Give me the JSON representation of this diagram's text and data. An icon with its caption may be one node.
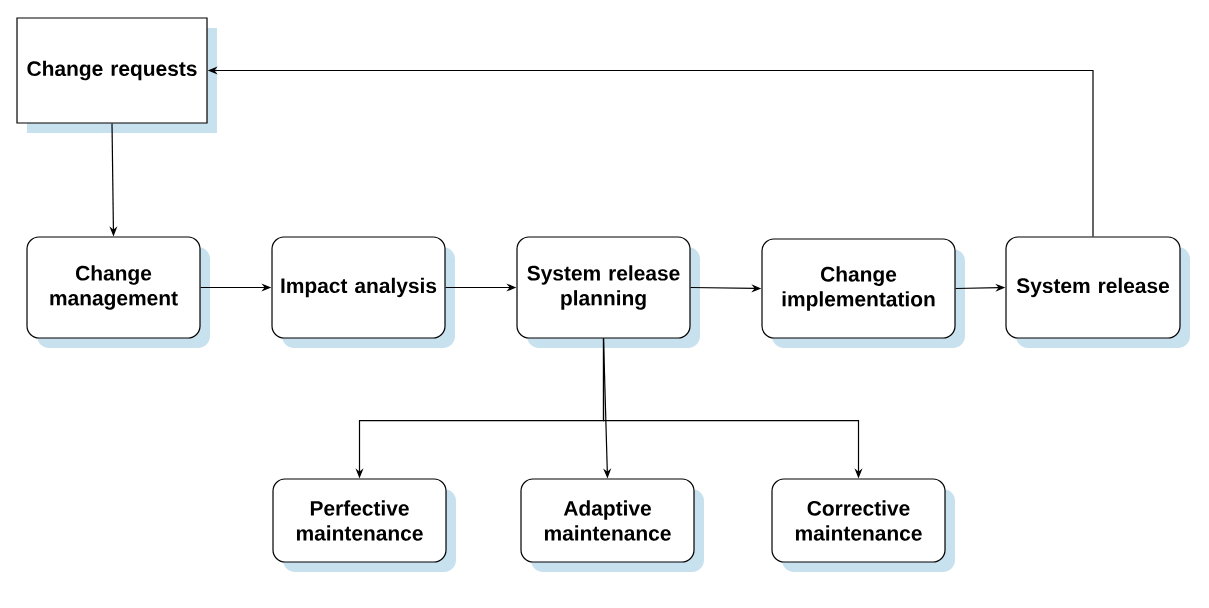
{
  "diagram": {
    "nodes": [
      {
        "text": [
          "Change requests"
        ]
      },
      {
        "text": [
          "Change management"
        ]
      },
      {
        "text": [
          "Impact analysis"
        ]
      },
      {
        "text": [
          "System release planning"
        ]
      },
      {
        "text": [
          "Change implementation"
        ]
      },
      {
        "text": [
          "System release"
        ]
      },
      {
        "text": [
          "Perfective maintenance"
        ]
      },
      {
        "text": [
          "Adaptive maintenance"
        ]
      },
      {
        "text": [
          "Corrective maintenance"
        ]
      }
    ],
    "edges": [
      {
        "from": 0,
        "to": 1,
        "arrow": "to"
      },
      {
        "from": 1,
        "to": 2,
        "arrow": "to"
      },
      {
        "from": 2,
        "to": 3,
        "arrow": "to"
      },
      {
        "from": 3,
        "to": 4,
        "arrow": "to"
      },
      {
        "from": 4,
        "to": 5,
        "arrow": "to"
      },
      {
        "from": 5,
        "to": 0,
        "arrow": "to"
      },
      {
        "from": 3,
        "to": 6,
        "arrow": "to"
      },
      {
        "from": 3,
        "to": 7,
        "arrow": "to"
      },
      {
        "from": 3,
        "to": 8,
        "arrow": "to"
      }
    ]
  }
}
